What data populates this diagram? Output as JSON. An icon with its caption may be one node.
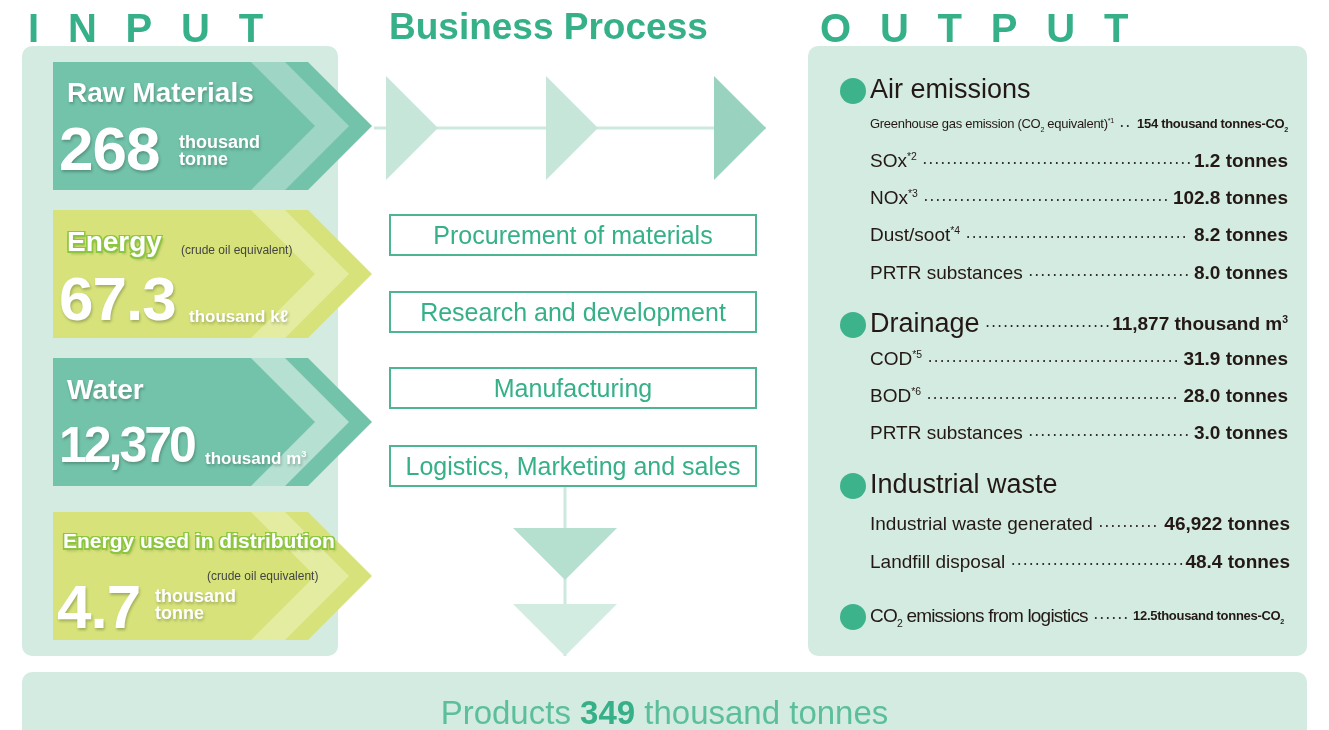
{
  "diagram": {
    "nodes": [
      {
        "text": [
          "INPUT"
        ]
      },
      {
        "text": [
          "Raw Materials",
          "268",
          "thousand tonne"
        ],
        "in": 0
      },
      {
        "text": [
          "Energy",
          "(crude oil equivalent)",
          "67.3",
          "thousand kℓ"
        ],
        "in": 0
      },
      {
        "text": [
          "Water",
          "12,370",
          "thousand m$^{3}$"
        ],
        "in": 0
      },
      {
        "text": [
          "Energy used in distribution",
          "(crude oil equivalent)",
          "4.7",
          "thousand tonne"
        ],
        "in": 0
      },
      {
        "text": [
          "Procurement of materials"
        ]
      },
      {
        "text": [
          "Research and development"
        ]
      },
      {
        "text": [
          "Manufacturing"
        ]
      },
      {
        "text": [
          "Logistics, Marketing and sales"
        ]
      },
      {
        "text": [
          "OUTPUT",
          "Air emissions",
          "Greenhouse gas emission (CO$_{2}$ equivalent)$^{*1}$",
          "154 thousand tonnes-CO$_{2}$",
          "SOx$^{*2}$",
          "1.2 tonnes",
          "NOx$^{*3}$",
          "102.8 tonnes",
          "Dust/soot$^{*4}$",
          "8.2 tonnes",
          "PRTR substances",
          "8.0 tonnes",
          "Drainage",
          "11,877 thousand m$^{3}$",
          "COD$^{*5}$",
          "31.9 tonnes",
          "BOD$^{*6}$",
          "28.0 tonnes",
          "PRTR substances",
          "3.0 tonnes",
          "Industrial waste",
          "Industrial waste generated",
          "46,922 tonnes",
          "Landfill disposal",
          "48.4 tonnes",
          "CO$_{2}$ emissions from logistics",
          "12.5thousand tonnes-CO$_{2}$"
        ]
      },
      {
        "text": [
          "Products **349** thousand tonnes"
        ]
      }
    ],
    "edges": [
      {
        "from": 1,
        "to": 9,
        "arrow": "to"
      },
      {
        "from": 8,
        "to": 10,
        "arrow": "to"
      }
    ],
    "labels": [
      "Business Process"
    ]
  }
}
